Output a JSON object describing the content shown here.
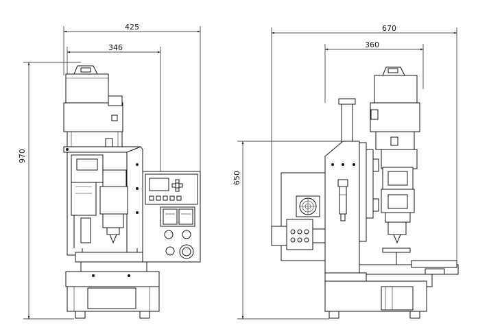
{
  "dimensions": {
    "front_width_overall": "425",
    "front_width_inner": "346",
    "front_height": "970",
    "side_width_overall": "670",
    "side_width_inner": "360",
    "side_height": "650"
  }
}
